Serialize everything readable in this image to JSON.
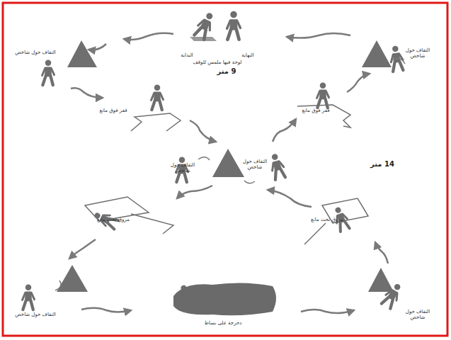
{
  "diagram": {
    "labels": [
      "البداية",
      "النهاية",
      "لوحة فيها ملمس للوقف",
      "التفاف حول شاخص",
      "التفاف حول شاخص",
      "9 متر",
      "قفز فوق مانع",
      "قفز فوق مانع",
      "التفاف حول شاخص",
      "التفاف حول شاخص",
      "14 متر",
      "مروق تحت مانع",
      "مروق تحت مانع",
      "التفاف حول شاخص",
      "التفاف حول شاخص",
      "دحرجة على بساط"
    ]
  }
}
